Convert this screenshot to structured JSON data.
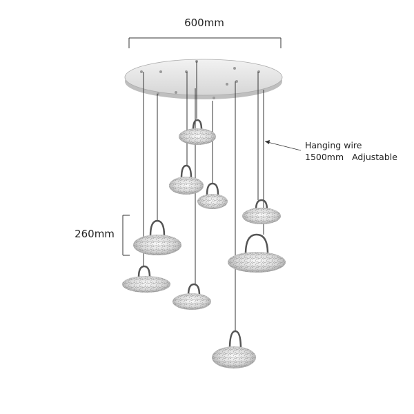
{
  "dimensions": {
    "width_label": "600mm",
    "shade_height_label": "260mm"
  },
  "annotation": {
    "wire_line1": "Hanging wire",
    "wire_line2": "1500mm   Adjustable"
  },
  "colors": {
    "canopy": "#e4e4e4",
    "line": "#333333",
    "shade": "#d0d0d0"
  }
}
